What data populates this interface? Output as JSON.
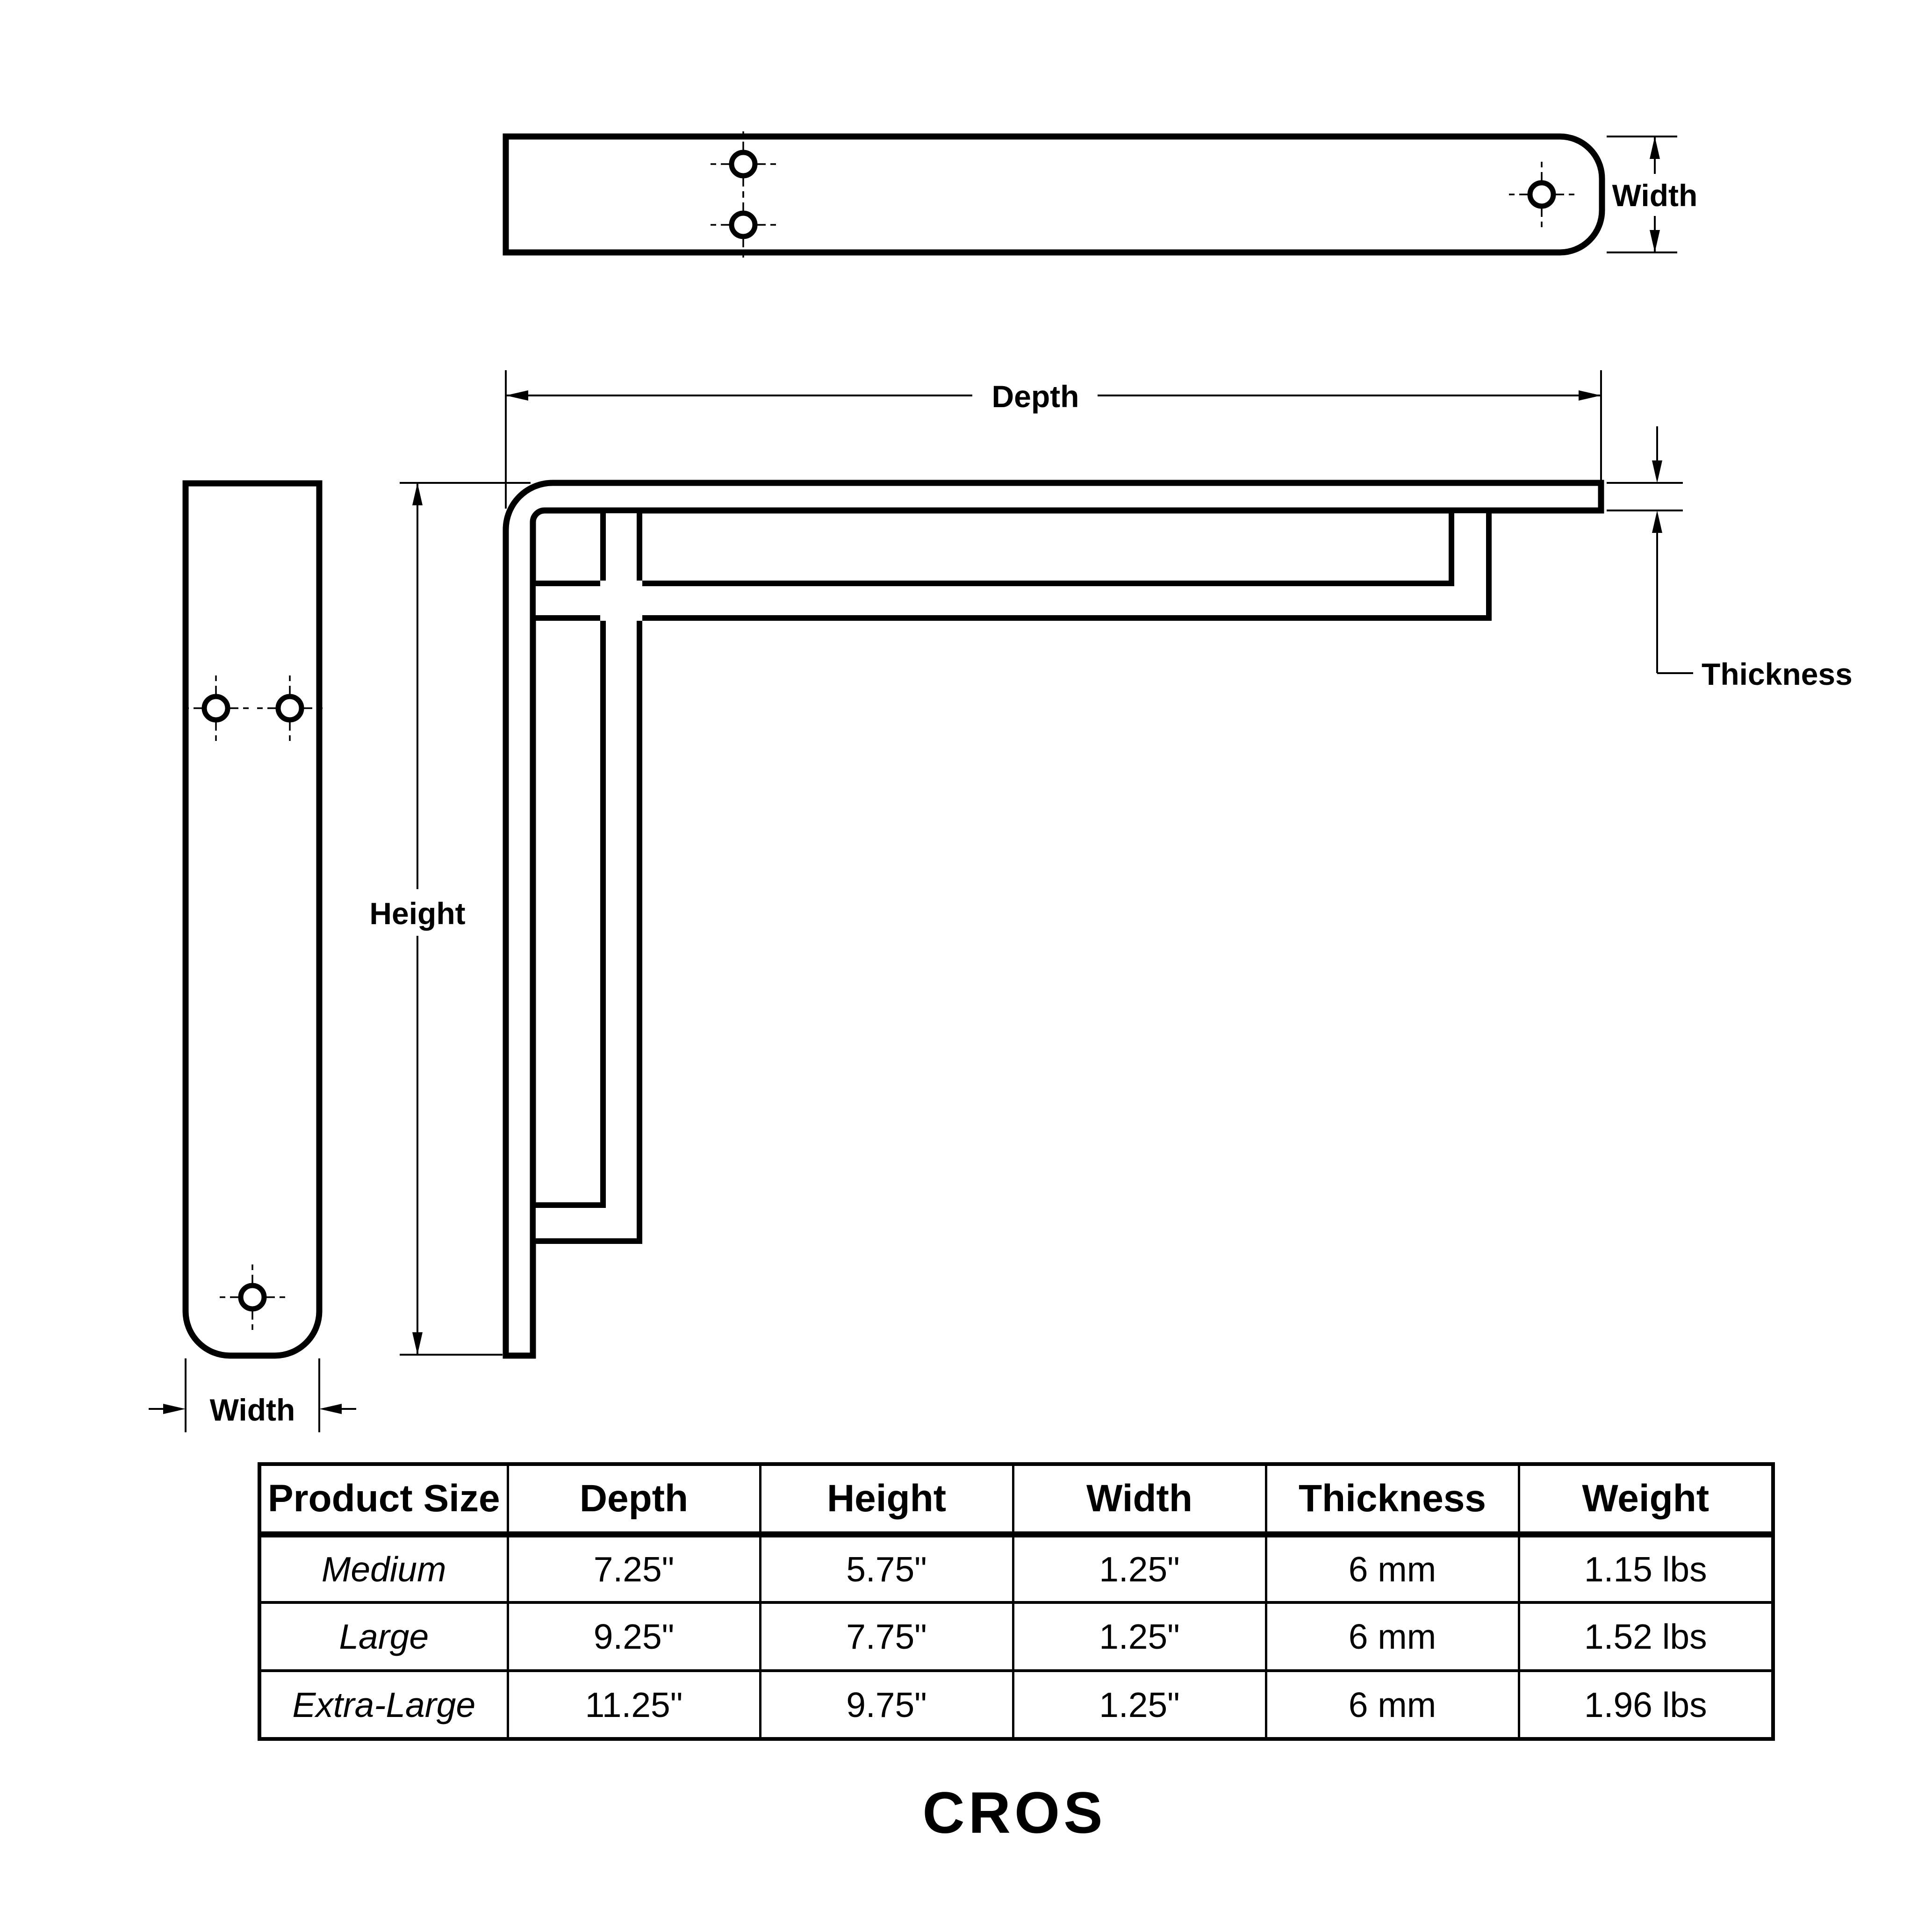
{
  "drawing": {
    "top_view": {
      "width_label": "Width"
    },
    "side_view": {
      "depth_label": "Depth",
      "thickness_label": "Thickness",
      "height_label": "Height"
    },
    "front_view": {
      "width_label": "Width"
    }
  },
  "table": {
    "columns": [
      "Product Size",
      "Depth",
      "Height",
      "Width",
      "Thickness",
      "Weight"
    ],
    "rows": [
      [
        "Medium",
        "7.25\"",
        "5.75\"",
        "1.25\"",
        "6 mm",
        "1.15 lbs"
      ],
      [
        "Large",
        "9.25\"",
        "7.75\"",
        "1.25\"",
        "6 mm",
        "1.52 lbs"
      ],
      [
        "Extra-Large",
        "11.25\"",
        "9.75\"",
        "1.25\"",
        "6 mm",
        "1.96 lbs"
      ]
    ]
  },
  "title": "CROS"
}
